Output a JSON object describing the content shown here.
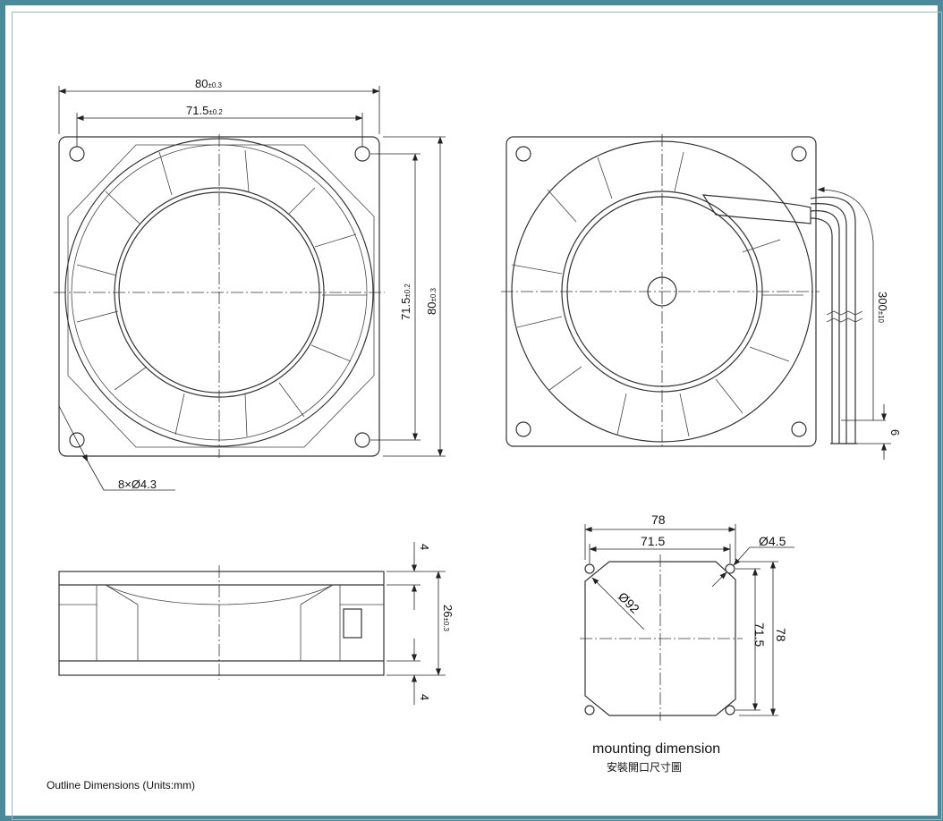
{
  "front_view": {
    "width_overall": "80",
    "width_overall_tol": "±0.3",
    "width_holes": "71.5",
    "width_holes_tol": "±0.2",
    "height_holes": "71.5",
    "height_holes_tol": "±0.2",
    "height_overall": "80",
    "height_overall_tol": "±0.3",
    "holes_label": "8×Ø4.3"
  },
  "back_view": {
    "lead_length": "300",
    "lead_length_tol": "±10",
    "lead_strip": "6"
  },
  "side_view": {
    "flange_top": "4",
    "depth": "26",
    "depth_tol": "±0.3",
    "flange_bottom": "4"
  },
  "mounting": {
    "overall": "78",
    "holes": "71.5",
    "hole_dia": "Ø4.5",
    "cutout_dia": "Ø92",
    "overall_v": "78",
    "holes_v": "71.5",
    "title": "mounting dimension",
    "title_cn": "安裝開口尺寸圖"
  },
  "caption": "Outline Dimensions (Units:mm)"
}
